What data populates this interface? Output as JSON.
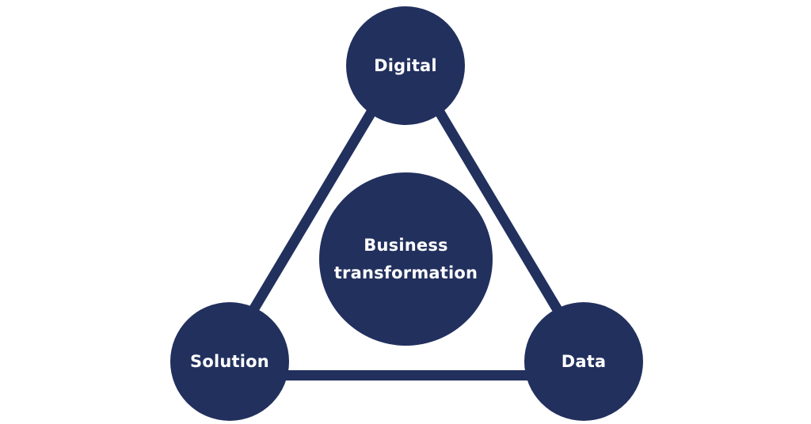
{
  "diagram": {
    "type": "triangle-cycle",
    "colors": {
      "node_fill": "#22305e",
      "connector": "#22305e",
      "text": "#ffffff",
      "background": "#ffffff"
    },
    "nodes": {
      "top": {
        "label": "Digital"
      },
      "left": {
        "label": "Solution"
      },
      "right": {
        "label": "Data"
      },
      "center": {
        "line1": "Business",
        "line2": "transformation"
      }
    },
    "edges": [
      {
        "from": "Digital",
        "to": "Solution"
      },
      {
        "from": "Digital",
        "to": "Data"
      },
      {
        "from": "Solution",
        "to": "Data"
      }
    ]
  }
}
